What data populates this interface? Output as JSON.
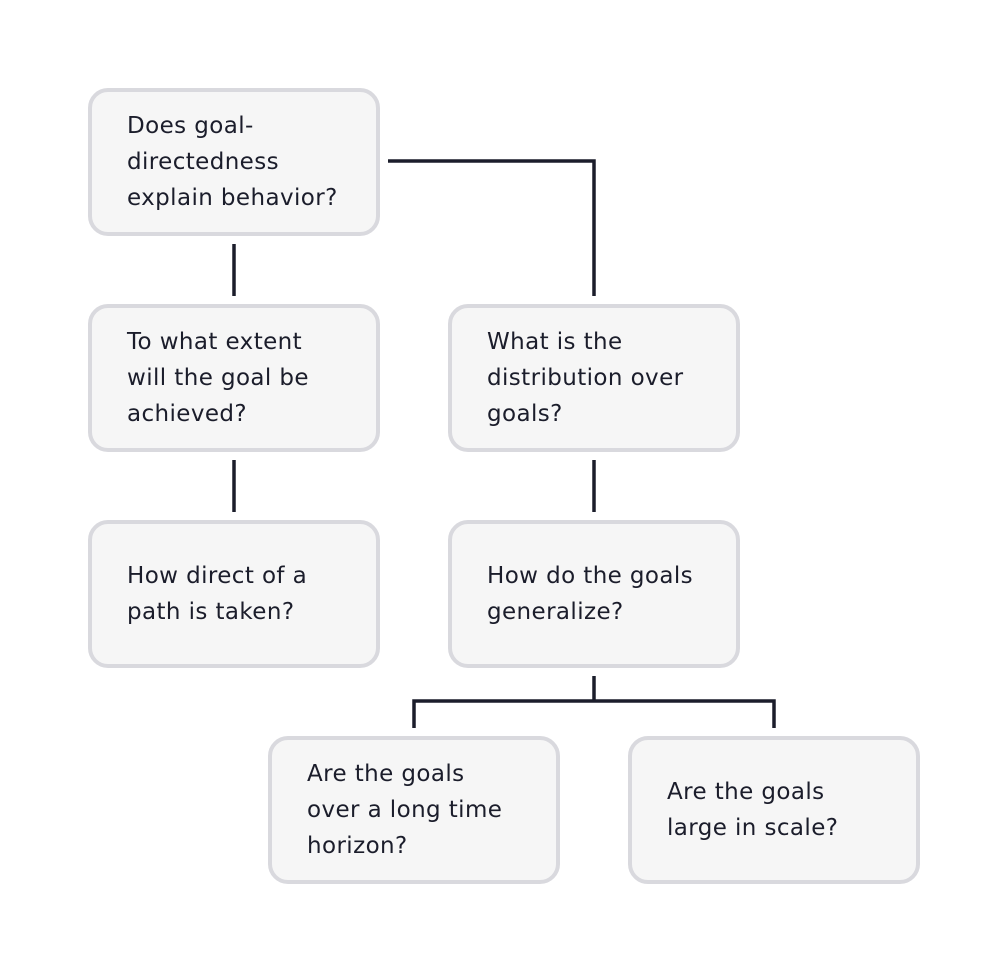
{
  "diagram": {
    "colors": {
      "node_fill": "#f6f6f6",
      "node_border": "#d9d9de",
      "text": "#1b1d2b",
      "connector": "#1b1d2b",
      "background": "#ffffff"
    },
    "nodes": {
      "root": "Does goal-\ndirectedness\nexplain behavior?",
      "extent": "To what extent\nwill the goal be\nachieved?",
      "direct": "How direct of a\npath is taken?",
      "distribution": "What is the\ndistribution over\ngoals?",
      "generalize": "How do the goals\ngeneralize?",
      "long_horizon": "Are the goals\nover a long time\nhorizon?",
      "large_scale": "Are the goals\nlarge in scale?"
    },
    "edges": [
      [
        "root",
        "extent"
      ],
      [
        "root",
        "distribution"
      ],
      [
        "extent",
        "direct"
      ],
      [
        "distribution",
        "generalize"
      ],
      [
        "generalize",
        "long_horizon"
      ],
      [
        "generalize",
        "large_scale"
      ]
    ]
  }
}
